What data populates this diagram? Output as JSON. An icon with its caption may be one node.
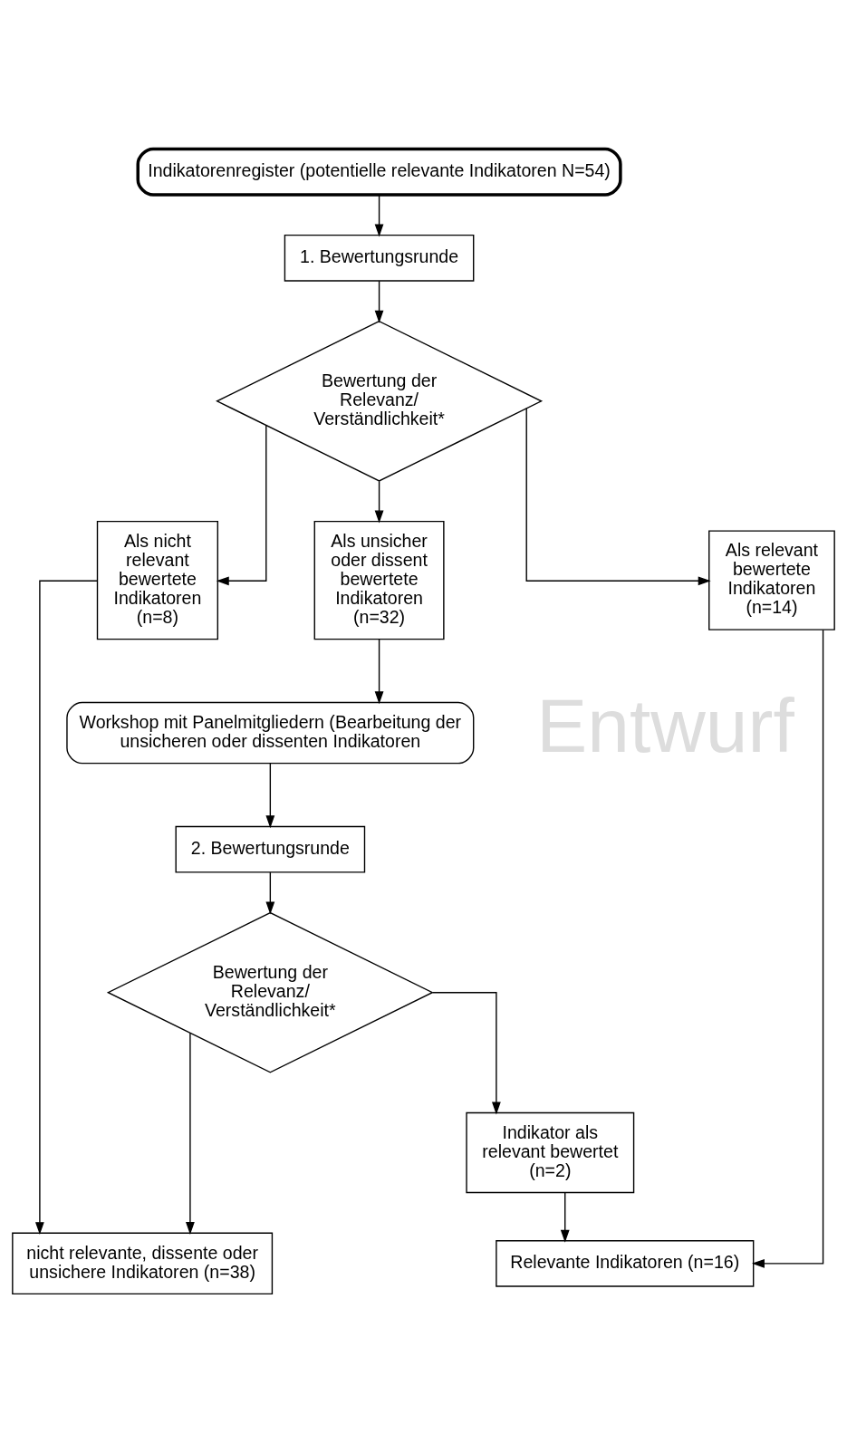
{
  "diagram": {
    "nodes": [
      {
        "text": [
          "Indikatorenregister (potentielle relevante Indikatoren N=54)"
        ]
      },
      {
        "text": [
          "1. Bewertungsrunde"
        ]
      },
      {
        "text": [
          "Bewertung der Relevanz/ Verständlichkeit*"
        ]
      },
      {
        "text": [
          "Als nicht relevant bewertete Indikatoren (n=8)"
        ]
      },
      {
        "text": [
          "Als unsicher oder dissent bewertete Indikatoren (n=32)"
        ]
      },
      {
        "text": [
          "Als relevant bewertete Indikatoren (n=14)"
        ]
      },
      {
        "text": [
          "Workshop mit Panelmitgliedern (Bearbeitung der unsicheren oder dissenten Indikatoren"
        ]
      },
      {
        "text": [
          "2. Bewertungsrunde"
        ]
      },
      {
        "text": [
          "Bewertung der Relevanz/ Verständlichkeit*"
        ]
      },
      {
        "text": [
          "Indikator als relevant bewertet (n=2)"
        ]
      },
      {
        "text": [
          "nicht relevante, dissente oder unsichere Indikatoren (n=38)"
        ]
      },
      {
        "text": [
          "Relevante Indikatoren (n=16)"
        ]
      }
    ],
    "edges": [
      {
        "from": 0,
        "to": 1,
        "arrow": "to"
      },
      {
        "from": 1,
        "to": 2,
        "arrow": "to"
      },
      {
        "from": 2,
        "to": 3,
        "arrow": "to"
      },
      {
        "from": 2,
        "to": 4,
        "arrow": "to"
      },
      {
        "from": 2,
        "to": 5,
        "arrow": "to"
      },
      {
        "from": 4,
        "to": 6,
        "arrow": "to"
      },
      {
        "from": 6,
        "to": 7,
        "arrow": "to"
      },
      {
        "from": 7,
        "to": 8,
        "arrow": "to"
      },
      {
        "from": 3,
        "to": 10,
        "arrow": "to"
      },
      {
        "from": 8,
        "to": 10,
        "arrow": "to"
      },
      {
        "from": 8,
        "to": 9,
        "arrow": "to"
      },
      {
        "from": 9,
        "to": 11,
        "arrow": "to"
      },
      {
        "from": 5,
        "to": 11,
        "arrow": "to"
      }
    ],
    "labels": [
      "Entwurf"
    ]
  }
}
